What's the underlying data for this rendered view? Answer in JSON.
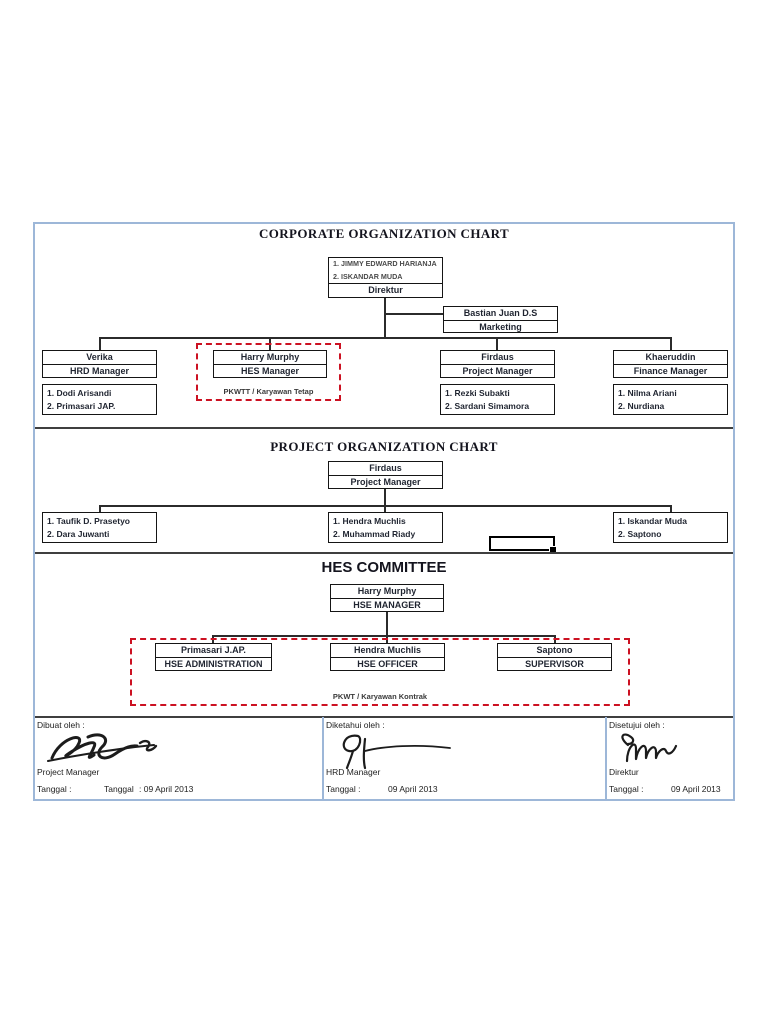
{
  "corporate": {
    "title": "CORPORATE ORGANIZATION CHART",
    "direktur": {
      "line1": "1. JIMMY EDWARD HARIANJA",
      "line2": "2. ISKANDAR MUDA",
      "role": "Direktur"
    },
    "marketing": {
      "name": "Bastian Juan D.S",
      "role": "Marketing"
    },
    "hrd": {
      "name": "Verika",
      "role": "HRD Manager",
      "staff1": "1. Dodi Arisandi",
      "staff2": "2. Primasari JAP."
    },
    "hes": {
      "name": "Harry Murphy",
      "role": "HES Manager",
      "tag": "PKWTT / Karyawan Tetap"
    },
    "pm": {
      "name": "Firdaus",
      "role": "Project Manager",
      "staff1": "1. Rezki Subakti",
      "staff2": "2. Sardani Simamora"
    },
    "finance": {
      "name": "Khaeruddin",
      "role": "Finance Manager",
      "staff1": "1. Nilma Ariani",
      "staff2": "2. Nurdiana"
    }
  },
  "project": {
    "title": "PROJECT ORGANIZATION CHART",
    "head": {
      "name": "Firdaus",
      "role": "Project Manager"
    },
    "team1": {
      "m1": "1. Taufik D. Prasetyo",
      "m2": "2. Dara Juwanti"
    },
    "team2": {
      "m1": "1. Hendra Muchlis",
      "m2": "2. Muhammad Riady"
    },
    "team3": {
      "m1": "1. Iskandar Muda",
      "m2": "2. Saptono"
    }
  },
  "hes_committee": {
    "title": "HES COMMITTEE",
    "head": {
      "name": "Harry Murphy",
      "role": "HSE MANAGER"
    },
    "admin": {
      "name": "Primasari J.AP.",
      "role": "HSE ADMINISTRATION"
    },
    "officer": {
      "name": "Hendra Muchlis",
      "role": "HSE OFFICER"
    },
    "supervisor": {
      "name": "Saptono",
      "role": "SUPERVISOR"
    },
    "tag": "PKWT / Karyawan Kontrak"
  },
  "signoff": {
    "col1": {
      "label": "Dibuat oleh :",
      "role": "Project Manager",
      "t1": "Tanggal :",
      "t2": "Tanggal",
      "date": ": 09 April 2013"
    },
    "col2": {
      "label": "Diketahui oleh :",
      "role": "HRD Manager",
      "t1": "Tanggal :",
      "date": "09 April 2013"
    },
    "col3": {
      "label": "Disetujui oleh :",
      "role": "Direktur",
      "t1": "Tanggal :",
      "date": "09 April 2013"
    }
  },
  "colors": {
    "frame": "#9db7d8",
    "divider": "#3f3f3f",
    "box_border": "#151515",
    "dashed_red": "#cc1122"
  }
}
